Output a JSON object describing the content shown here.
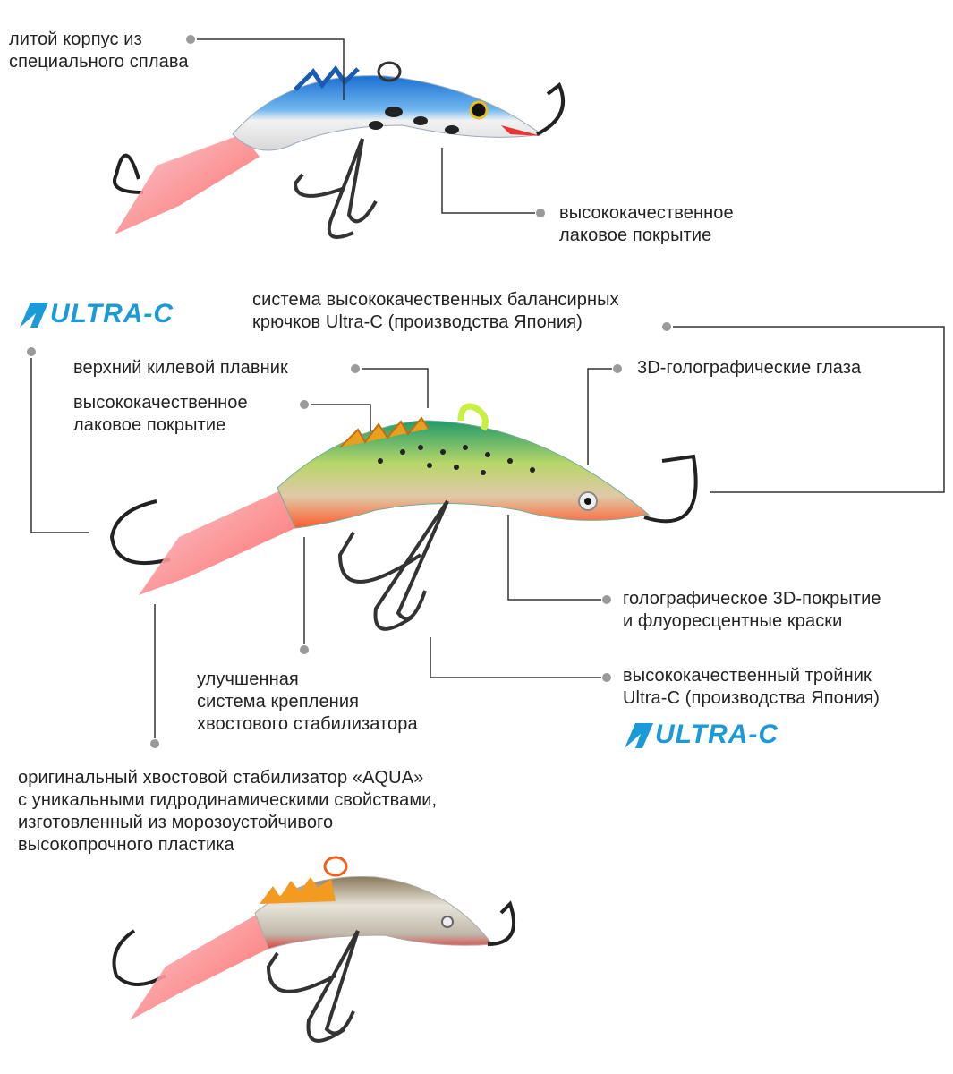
{
  "callouts": {
    "cast_body": [
      "литой корпус из",
      "специального сплава"
    ],
    "lacquer_top": [
      "высококачественное",
      "лаковое покрытие"
    ],
    "ultra_c_hooks": [
      "система высококачественных балансирных",
      "крючков Ultra-C (производства Япония)"
    ],
    "keel_fin": "верхний килевой плавник",
    "lacquer_mid": [
      "высококачественное",
      "лаковое покрытие"
    ],
    "eyes": "3D-голографические глаза",
    "holo_coating": [
      "голографическое 3D-покрытие",
      "и флуоресцентные краски"
    ],
    "tail_mount": [
      "улучшенная",
      "система крепления",
      "хвостового стабилизатора"
    ],
    "treble_hook": [
      "высококачественный тройник",
      "Ultra-C (производства Япония)"
    ],
    "aqua_tail": [
      "оригинальный хвостовой стабилизатор «AQUA»",
      "с уникальными гидродинамическими свойствами,",
      "изготовленный из морозоустойчивого",
      "высокопрочного пластика"
    ]
  },
  "logos": {
    "ultra_c": "ULTRA-C"
  },
  "colors": {
    "brand": "#1b9ad8",
    "leader": "#333333",
    "dot": "#9a9a9a"
  }
}
